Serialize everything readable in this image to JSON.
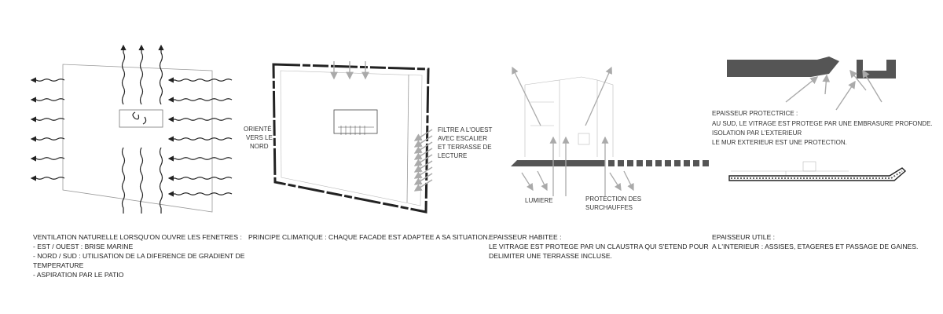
{
  "panel1": {
    "captions": [
      "VENTILATION NATURELLE LORSQU'ON OUVRE LES FENETRES :",
      "- EST / OUEST : BRISE MARINE",
      "- NORD / SUD : UTILISATION DE LA DIFERENCE DE GRADIENT DE",
      "TEMPERATURE",
      "- ASPIRATION PAR LE PATIO"
    ]
  },
  "panel2": {
    "label_left": [
      "ORIENTÉ",
      "VERS LE",
      "NORD"
    ],
    "label_right": [
      "FILTRE A L'OUEST",
      "AVEC ESCALIER",
      "ET TERRASSE DE",
      "LECTURE"
    ],
    "captions": [
      "PRINCIPE CLIMATIQUE : CHAQUE FACADE EST ADAPTEE A SA SITUATION."
    ]
  },
  "panel3": {
    "label_left": [
      "LUMIERE"
    ],
    "label_right": [
      "PROTECTION DES",
      "SURCHAUFFES"
    ],
    "captions": [
      "EPAISSEUR HABITEE :",
      "LE VITRAGE EST PROTEGE PAR UN CLAUSTRA QUI S'ETEND POUR",
      "DELIMITER UNE TERRASSE INCLUSE."
    ]
  },
  "panel4": {
    "protect_text": [
      "EPAISSEUR PROTECTRICE :",
      "AU SUD, LE VITRAGE EST PROTEGE PAR UNE EMBRASURE PROFONDE.",
      "ISOLATION PAR L'EXTERIEUR",
      "LE MUR EXTERIEUR EST UNE PROTECTION."
    ],
    "captions": [
      "EPAISSEUR UTILE :",
      "A L'INTERIEUR : ASSISES, ETAGERES ET PASSAGE DE GAINES."
    ]
  },
  "colors": {
    "ink": "#222222",
    "dark_fill": "#555555",
    "arrow_gray": "#aaaaaa"
  }
}
